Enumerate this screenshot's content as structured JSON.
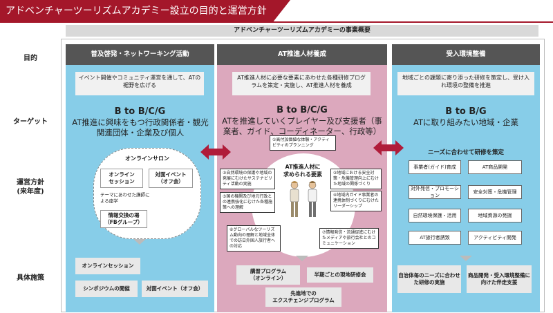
{
  "title": "アドベンチャーツーリズムアカデミー設立の目的と運営方針",
  "overview": "アドベンチャーツーリズムアカデミーの事業概要",
  "row_labels": {
    "purpose": "目的",
    "target": "ターゲット",
    "policy": "運営方針\n(来年度)",
    "measures": "具体施策"
  },
  "columns": [
    {
      "heading": "普及啓発・ネットワーキング活動",
      "purpose": "イベント開催やコミュニティ運営を通して、ATの裾野を広げる",
      "target_title": "B to B/C/G",
      "target_sub": "AT推進に興味をもつ行政関係者・観光関連団体・企業及び個人",
      "salon_title": "オンラインサロン",
      "salon_items": [
        "オンライン\nセッション",
        "対面イベント\n（オフ会）"
      ],
      "salon_note": "テーマにあわせた講師による座学",
      "salon_box": "情報交換の場\n（FBグループ）",
      "measures": [
        "オンラインセッション",
        "シンポジウムの開催",
        "対面イベント（オフ会）"
      ]
    },
    {
      "heading": "AT推進人材養成",
      "purpose": "AT推進人材に必要な要素にあわせた各種研修プログラムを策定・実施し、AT推進人材を養成",
      "target_title": "B to B/C/G",
      "target_sub": "ATを推進していくプレイヤー及び支援者（事業者、ガイド、コーディネーター、行政等）",
      "center_label": "AT推進人材に\n求められる要素",
      "elements": [
        "①高付加価値な体験・アクティビティのプランニング",
        "②地域における安全対策・危機管理向上にむけた地域の関係づくり",
        "③自然環境の保護や地域の発展にむけたサステナビリティ活動の実施",
        "④地域内ガイド事業者の連携体制づくりにむけたリーダーシップ",
        "⑤国の機関及び地元行政との連携強化にむけた各種施策への理解",
        "⑥グローバルなツーリズム動向の理解と地域全体での訪日外国人旅行者への対応",
        "⑦情報発信・流通促進にむけたメディアや旅行会社とのコミュニケーション"
      ],
      "measures": [
        "講習プログラム\n（オンライン）",
        "半期ごとの現地研修会",
        "先進地での\nエクスチェンジプログラム"
      ]
    },
    {
      "heading": "受入環境整備",
      "purpose": "地域ごとの課題に寄り添った研修を策定し、受け入れ環境の整備を推進",
      "target_title": "B to B/G",
      "target_sub": "ATに取り組みたい地域・企業",
      "needs_title": "ニーズに合わせて研修を策定",
      "needs_items": [
        "事業者(ガイド)育成",
        "AT商品開発",
        "対外発信・プロモーション",
        "安全対策・危機管理",
        "自然環境保護・活用",
        "地域資源の発掘",
        "AT旅行者誘致",
        "アクティビティ開発"
      ],
      "measures": [
        "自治体毎のニーズに合わせた研修の実施",
        "商品開発・受入環境整備に向けた伴走支援"
      ]
    }
  ],
  "colors": {
    "red": "#a4172a",
    "blue": "#87cde8",
    "pink": "#dca8bd",
    "arrow": "#b01c3a"
  }
}
